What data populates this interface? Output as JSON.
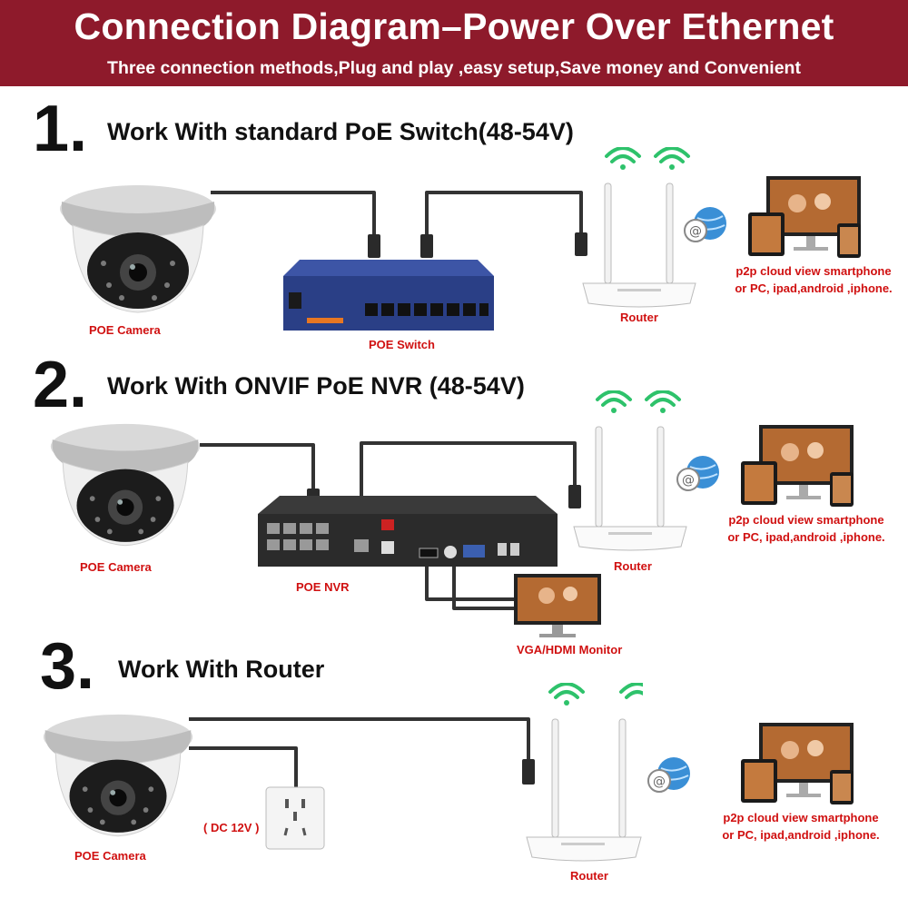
{
  "header": {
    "title": "Connection Diagram–Power Over Ethernet",
    "subtitle": "Three connection methods,Plug and play ,easy setup,Save money and Convenient"
  },
  "sections": [
    {
      "number": "1.",
      "title": "Work With standard PoE Switch(48-54V)",
      "camera_label": "POE Camera",
      "hub_label": "POE Switch",
      "router_label": "Router",
      "cloud_label_line1": "p2p cloud view smartphone",
      "cloud_label_line2": "or PC, ipad,android ,iphone."
    },
    {
      "number": "2.",
      "title": "Work With ONVIF PoE NVR (48-54V)",
      "camera_label": "POE Camera",
      "hub_label": "POE NVR",
      "monitor_label": "VGA/HDMI Monitor",
      "router_label": "Router",
      "cloud_label_line1": "p2p cloud view smartphone",
      "cloud_label_line2": "or PC, ipad,android ,iphone."
    },
    {
      "number": "3.",
      "title": "Work With Router",
      "camera_label": "POE Camera",
      "power_label": "( DC 12V )",
      "router_label": "Router",
      "cloud_label_line1": "p2p cloud view smartphone",
      "cloud_label_line2": "or PC, ipad,android ,iphone."
    }
  ],
  "colors": {
    "banner": "#8e1a2b",
    "label_red": "#d01010",
    "switch_blue": "#2a3f86",
    "nvr_dark": "#2b2b2b",
    "wifi_green": "#2ec26b",
    "cable_dark": "#333333"
  }
}
